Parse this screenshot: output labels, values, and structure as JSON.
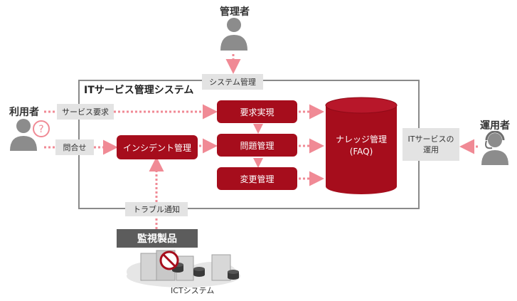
{
  "roles": {
    "admin": "管理者",
    "user": "利用者",
    "operator": "運用者"
  },
  "system": {
    "title": "ITサービス管理システム",
    "system_mgmt": "システム管理"
  },
  "inputs": {
    "service_request": "サービス要求",
    "inquiry": "問合せ",
    "trouble_notice": "トラブル通知"
  },
  "processes": {
    "incident": "インシデント管理",
    "request": "要求実現",
    "problem": "問題管理",
    "change": "変更管理"
  },
  "knowledge": {
    "line1": "ナレッジ管理",
    "line2": "(FAQ)"
  },
  "operation": {
    "line1": "ITサービスの",
    "line2": "運用"
  },
  "monitoring": {
    "label": "監視製品",
    "ict_label": "ICTシステム"
  },
  "colors": {
    "accent": "#a60d1c",
    "arrow": "#f08a95",
    "label_bg": "#e3e3e3",
    "frame": "#8a8a8a",
    "person": "#8c8c8c",
    "monitor_bg": "#5c5c5c"
  },
  "icons": [
    "person-icon",
    "question-mark-icon",
    "headset-icon",
    "server-icon",
    "prohibited-icon",
    "cloud-icon"
  ]
}
